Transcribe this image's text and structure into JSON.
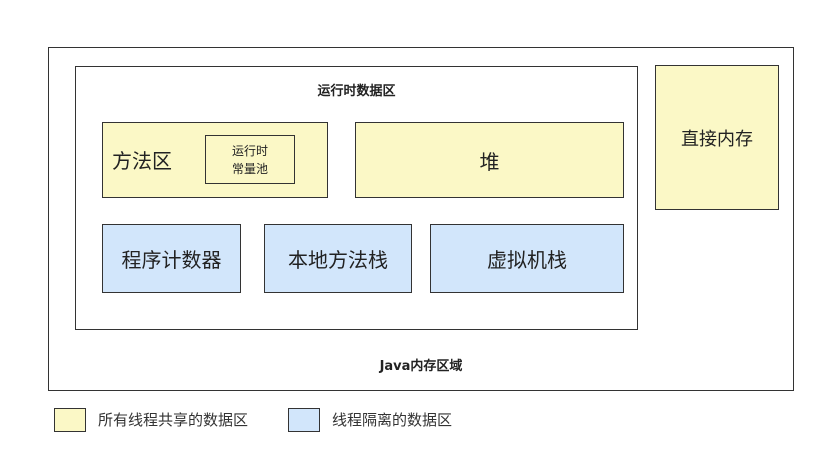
{
  "diagram": {
    "outer_label": "Java内存区域",
    "runtime_area": {
      "title": "运行时数据区",
      "method_area": {
        "label": "方法区",
        "constant_pool_line1": "运行时",
        "constant_pool_line2": "常量池"
      },
      "heap": "堆",
      "program_counter": "程序计数器",
      "native_method_stack": "本地方法栈",
      "vm_stack": "虚拟机栈"
    },
    "direct_memory": "直接内存"
  },
  "legend": {
    "shared": "所有线程共享的数据区",
    "isolated": "线程隔离的数据区"
  },
  "colors": {
    "shared_fill": "#fbf8c6",
    "isolated_fill": "#d2e6fb",
    "border": "#333333"
  }
}
